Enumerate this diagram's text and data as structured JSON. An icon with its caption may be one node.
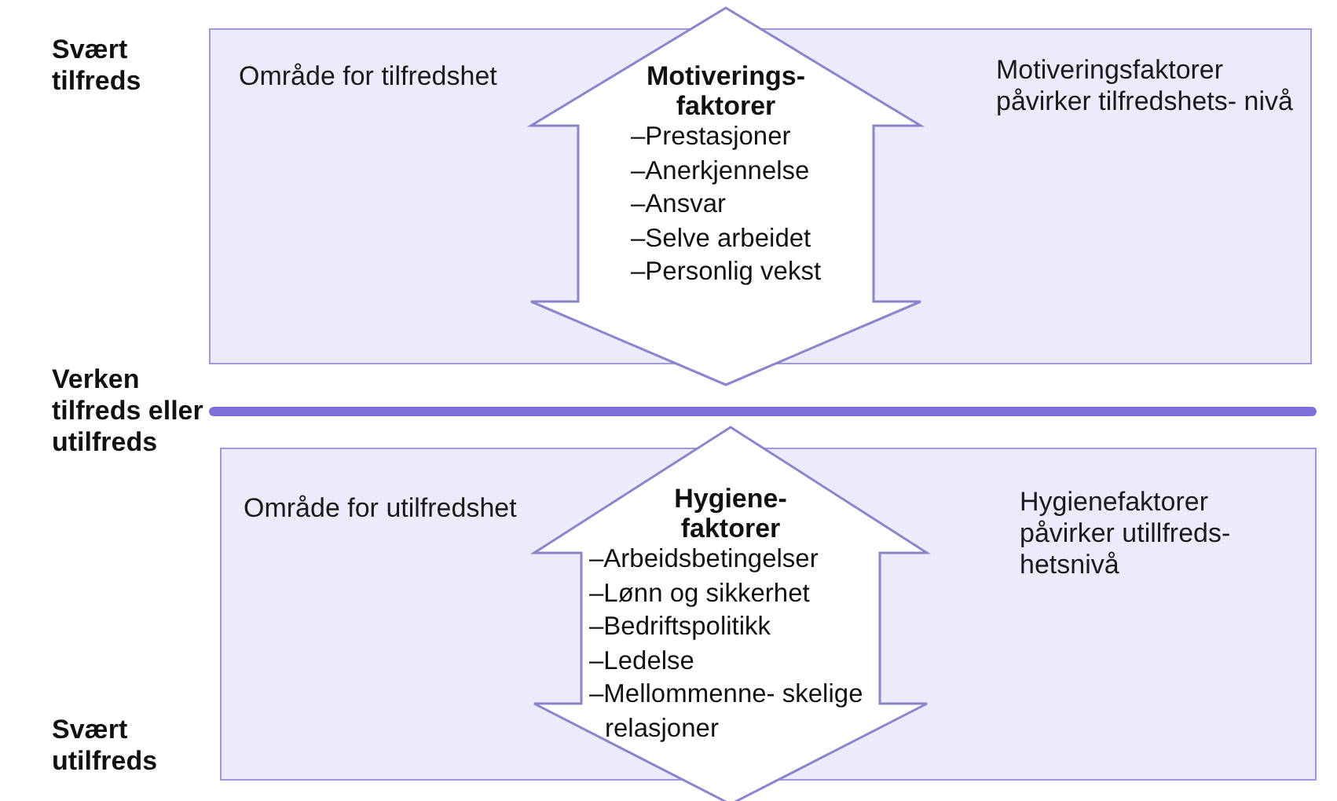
{
  "diagram": {
    "nodes": [
      {
        "text": [
          "Område for tilfredshet",
          "Motiveringsfaktorer påvirker tilfredshets- nivå"
        ]
      },
      {
        "text": [
          "Motiverings- faktorer",
          "–Prestasjoner",
          "–Anerkjennelse",
          "–Ansvar",
          "–Selve arbeidet",
          "–Personlig vekst"
        ]
      },
      {
        "text": [
          "Område for utilfredshet",
          "Hygienefaktorer påvirker utillfreds- hetsnivå"
        ]
      },
      {
        "text": [
          "Hygiene- faktorer",
          "–Arbeidsbetingelser",
          "–Lønn og sikkerhet",
          "–Bedriftspolitikk",
          "–Ledelse",
          "–Mellommenne- skelige relasjoner"
        ]
      }
    ],
    "labels": [
      "Svært tilfreds",
      "Verken tilfreds eller utilfreds",
      "Svært utilfreds"
    ]
  }
}
